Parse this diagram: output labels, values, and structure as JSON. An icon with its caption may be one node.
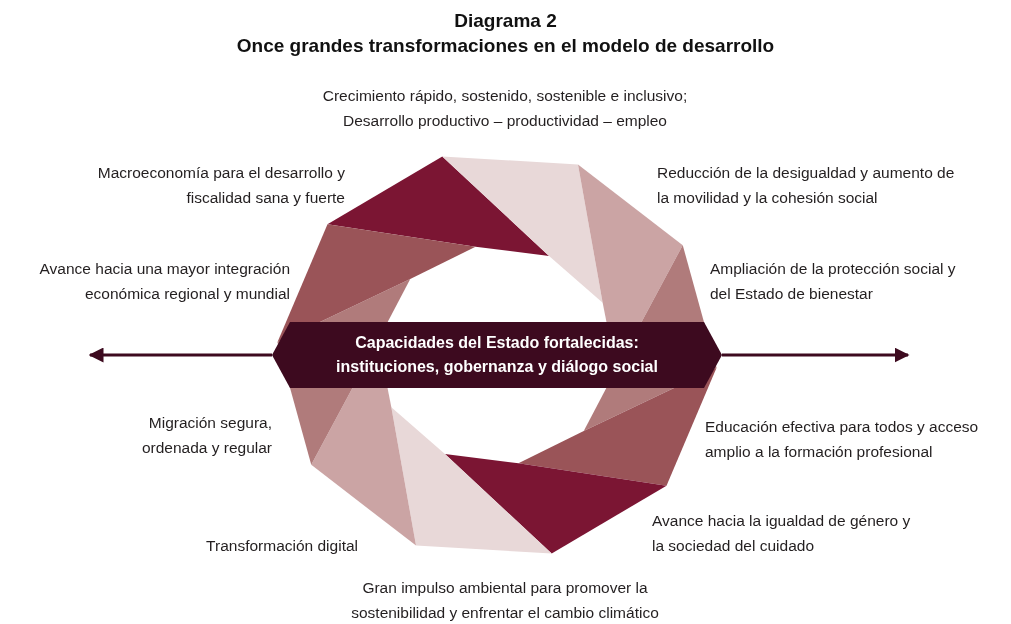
{
  "diagram": {
    "title": "Once grandes transformaciones en el modelo de desarrollo",
    "nodes": [
      {
        "text": [
          "Capacidades del Estado fortalecidas: instituciones, gobernanza y diálogo social"
        ]
      }
    ],
    "labels": [
      "Diagrama 2",
      "Crecimiento rápido, sostenido, sostenible e inclusivo; Desarrollo productivo – productividad – empleo",
      "Macroeconomía para el desarrollo y fiscalidad sana y fuerte",
      "Reducción de la desigualdad y aumento de la movilidad y la cohesión social",
      "Avance hacia una mayor integración económica regional y mundial",
      "Ampliación de la protección social y del Estado de bienestar",
      "Migración segura, ordenada y regular",
      "Educación efectiva para todos y acceso amplio a la formación profesional",
      "Avance hacia la igualdad de género y la sociedad del cuidado",
      "Transformación digital",
      "Gran impulso ambiental para promover la sostenibilidad y enfrentar el cambio climático"
    ]
  }
}
